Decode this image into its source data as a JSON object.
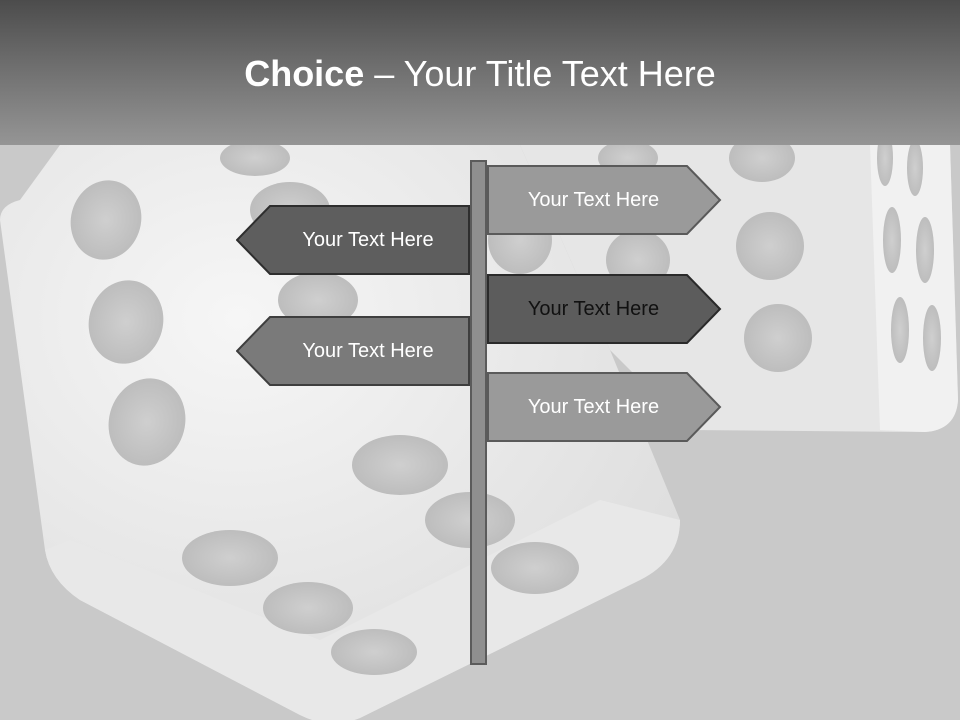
{
  "slide": {
    "title_bold": "Choice",
    "title_rest": " – Your Title Text Here"
  },
  "signs": [
    {
      "label": "Your Text Here"
    },
    {
      "label": "Your Text Here"
    },
    {
      "label": "Your Text Here"
    },
    {
      "label": "Your Text Here"
    },
    {
      "label": "Your Text Here"
    }
  ],
  "colors": {
    "header_dark": "#4c4c4c",
    "background": "#c9c9c9",
    "sign_fill_light": "#9a9a9a",
    "sign_fill_mid": "#7a7a7a",
    "sign_fill_dark": "#5c5c5c",
    "sign_border": "#4a4a4a"
  }
}
